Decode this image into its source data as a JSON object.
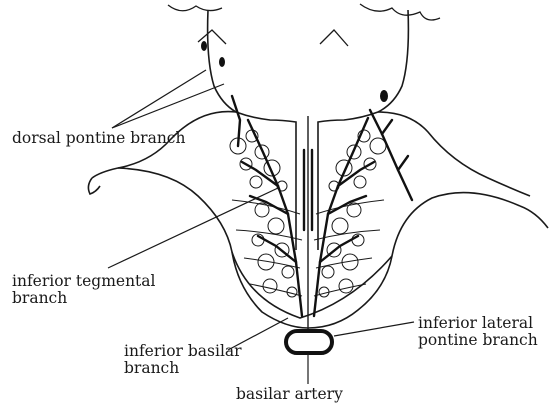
{
  "labels": {
    "dorsal_pontine": {
      "lines": [
        "dorsal pontine branch"
      ]
    },
    "inferior_tegmental": {
      "lines": [
        "inferior tegmental",
        "branch"
      ]
    },
    "inferior_basilar": {
      "lines": [
        "inferior basilar",
        "branch"
      ]
    },
    "inferior_lateral_pontine": {
      "lines": [
        "inferior lateral",
        "pontine branch"
      ]
    },
    "basilar_artery": {
      "lines": [
        "basilar artery"
      ]
    }
  },
  "colors": {
    "ink": "#1a1a1a",
    "background": "#ffffff"
  }
}
